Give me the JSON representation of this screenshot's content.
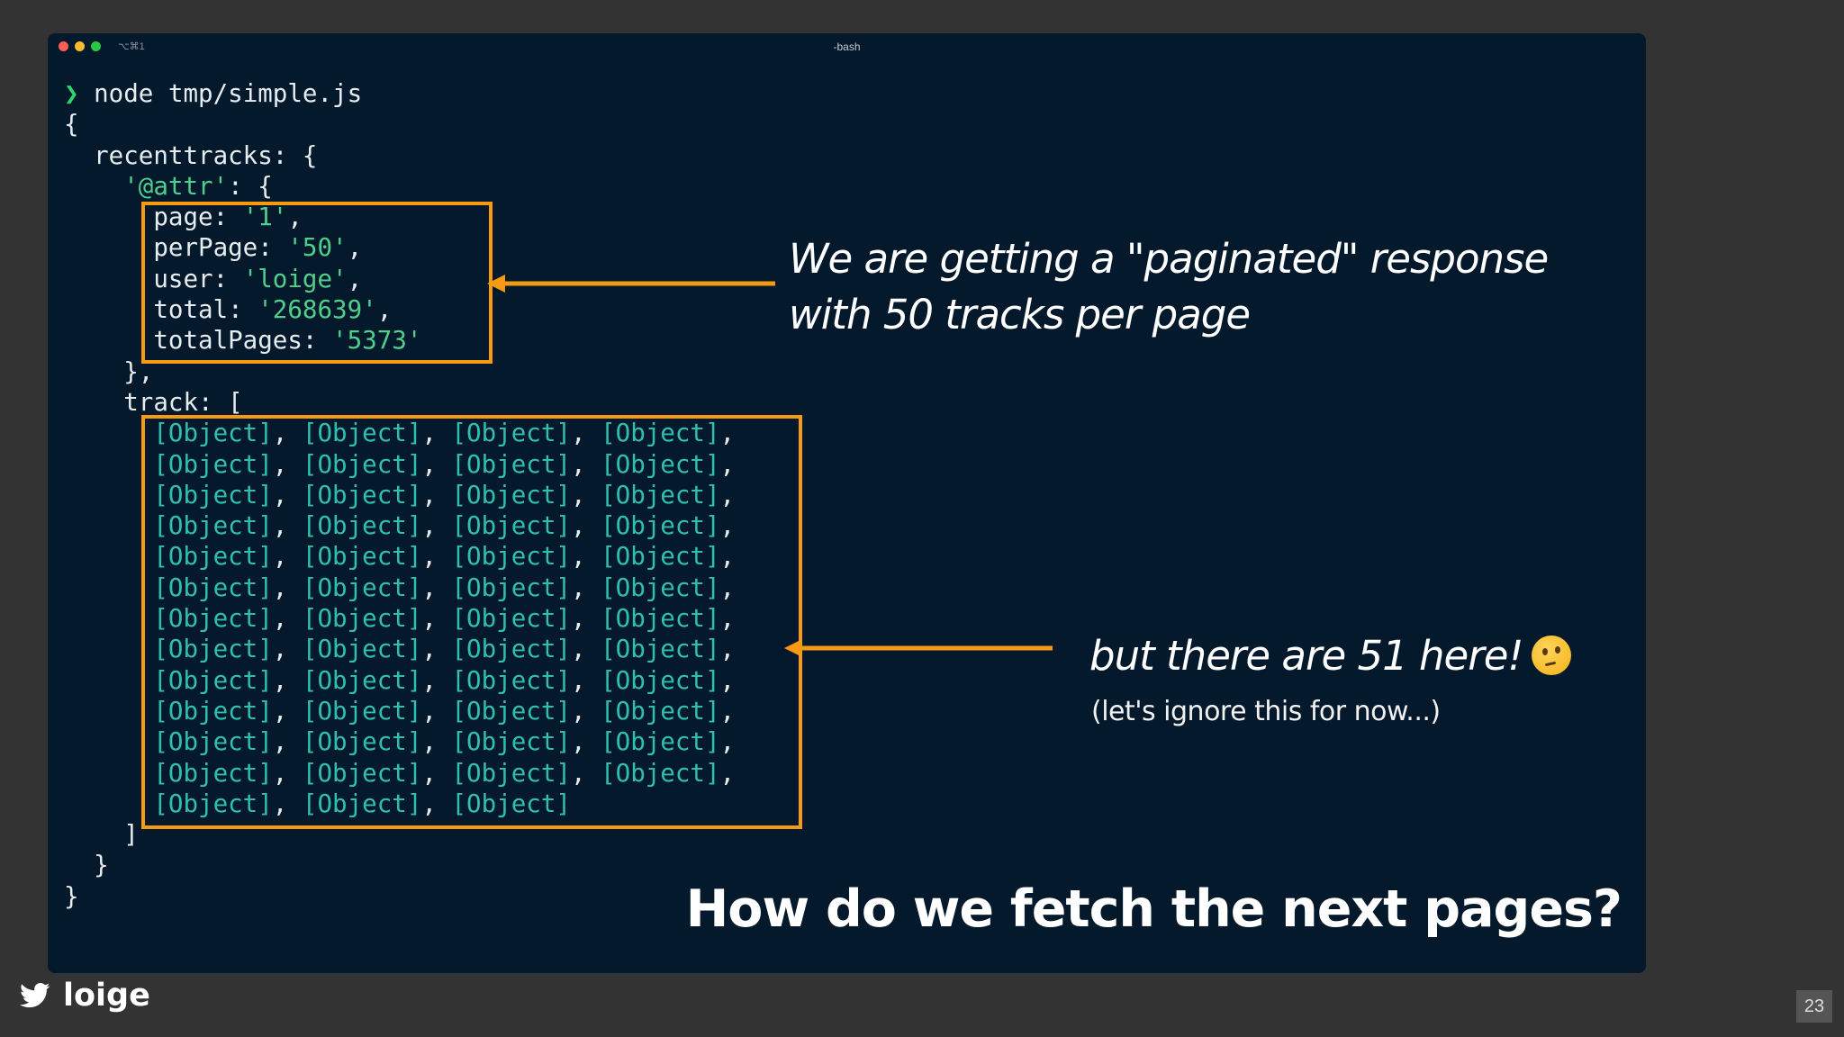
{
  "window": {
    "shortcut": "⌥⌘1",
    "title": "-bash"
  },
  "terminal": {
    "prompt_symbol": "❯",
    "command": "node tmp/simple.js",
    "lines": {
      "open_brace": "{",
      "recenttracks": "  recenttracks: {",
      "attr_key": "'@attr'",
      "attr_suffix": ": {",
      "attr_close": "    },",
      "track_open": "    track: [",
      "track_close": "    ]",
      "recenttracks_close": "  }",
      "close_brace": "}"
    },
    "attr": [
      {
        "key": "page: ",
        "value": "'1'",
        "sep": ","
      },
      {
        "key": "perPage: ",
        "value": "'50'",
        "sep": ","
      },
      {
        "key": "user: ",
        "value": "'loige'",
        "sep": ","
      },
      {
        "key": "total: ",
        "value": "'268639'",
        "sep": ","
      },
      {
        "key": "totalPages: ",
        "value": "'5373'",
        "sep": ""
      }
    ],
    "object_token": "[Object]",
    "object_rows": 13,
    "objects_per_row": 4,
    "last_row_objects": 3
  },
  "annotations": {
    "paginated_line1": "We are getting a \"paginated\" response",
    "paginated_line2": "with 50 tracks per page",
    "count": "but there are 51 here!",
    "count_emoji": "thinking-face-icon",
    "note": "(let's ignore this for now...)",
    "headline": "How do we fetch the next pages?"
  },
  "footer": {
    "twitter_icon": "twitter-bird-icon",
    "handle": "loige",
    "page_number": "23"
  },
  "colors": {
    "slide_bg": "#333333",
    "terminal_bg": "#04192b",
    "highlight": "#f69a14",
    "string": "#4ed08c",
    "object": "#2fbfb0"
  }
}
